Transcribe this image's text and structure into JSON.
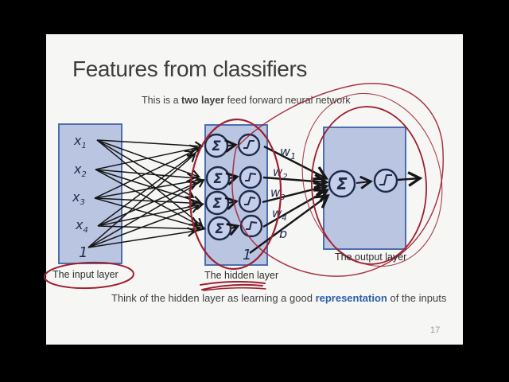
{
  "slide": {
    "title": "Features from classifiers",
    "subtitle_pre": "This is a ",
    "subtitle_bold": "two layer",
    "subtitle_post": " feed forward neural network",
    "note_pre": "Think of the hidden layer as learning a good ",
    "note_highlight": "representation",
    "note_post": " of the inputs",
    "page_number": "17"
  },
  "diagram": {
    "input_layer": {
      "caption": "The input layer",
      "node_labels": [
        {
          "base": "x",
          "sub": "1"
        },
        {
          "base": "x",
          "sub": "2"
        },
        {
          "base": "x",
          "sub": "3"
        },
        {
          "base": "x",
          "sub": "4"
        }
      ],
      "bias_label": "1"
    },
    "hidden_layer": {
      "caption": "The hidden layer",
      "sum_symbol": "Σ",
      "bias_label": "1"
    },
    "output_layer": {
      "caption": "The output layer",
      "sum_symbol": "Σ"
    },
    "weight_labels": [
      {
        "base": "w",
        "sub": "1"
      },
      {
        "base": "w",
        "sub": "2"
      },
      {
        "base": "w",
        "sub": "3"
      },
      {
        "base": "w",
        "sub": "4"
      },
      {
        "base": "b",
        "sub": ""
      }
    ],
    "colors": {
      "layer_fill": "#bac5e2",
      "layer_border": "#4d6fae",
      "ink": "#1d2b4c",
      "arrow": "#161616",
      "pen": "#9e2130",
      "highlight_text": "#2d5da6"
    }
  }
}
